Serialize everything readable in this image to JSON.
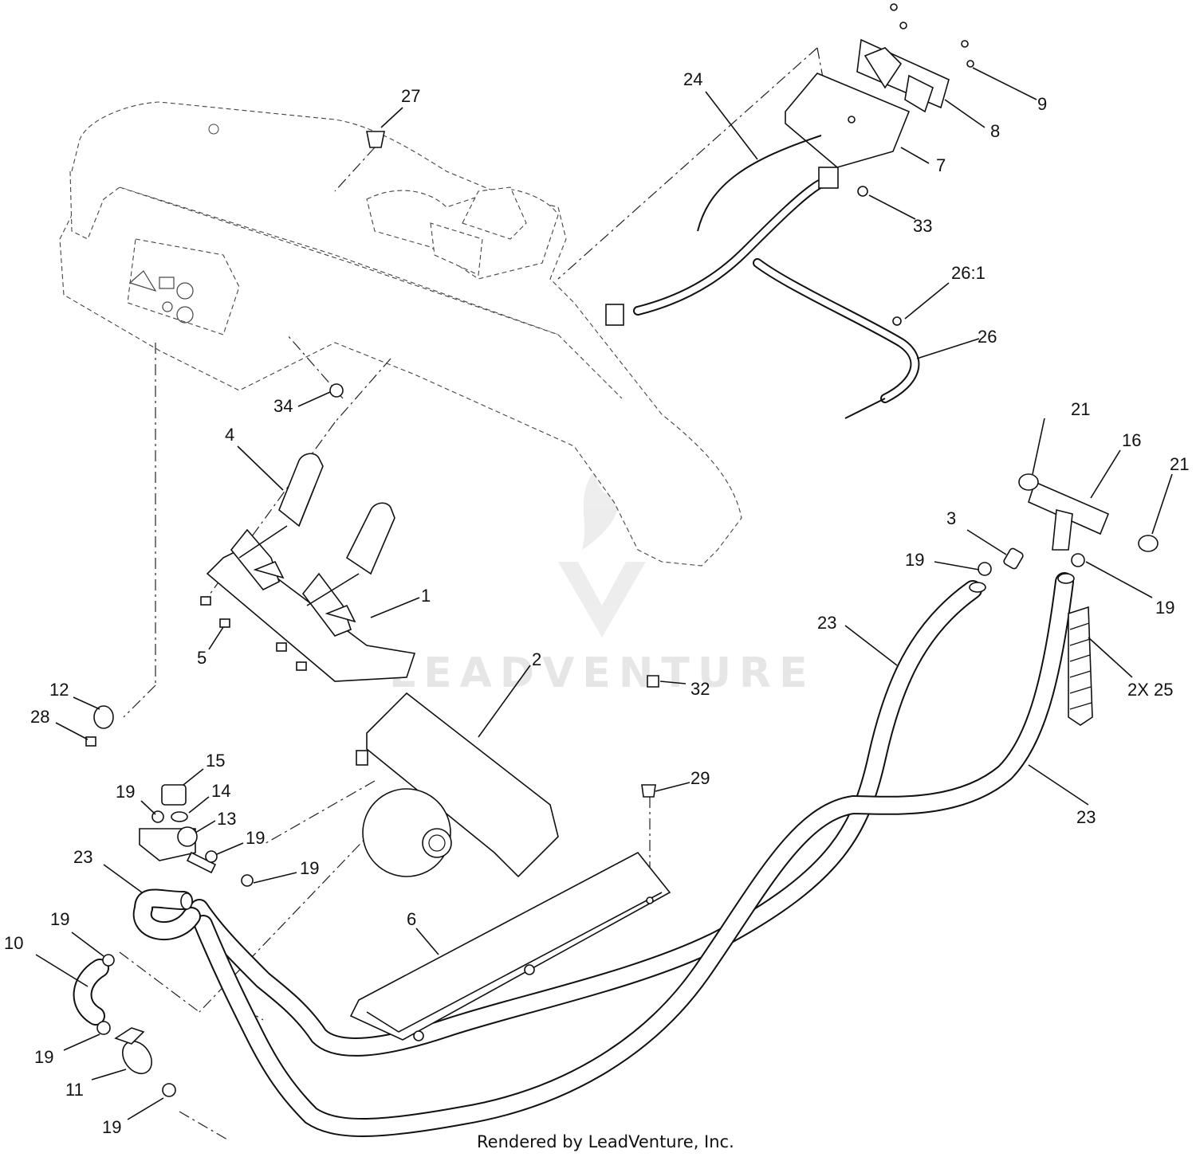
{
  "diagram": {
    "labels": [
      {
        "id": "lbl-27",
        "text": "27"
      },
      {
        "id": "lbl-24",
        "text": "24"
      },
      {
        "id": "lbl-9",
        "text": "9"
      },
      {
        "id": "lbl-8",
        "text": "8"
      },
      {
        "id": "lbl-7",
        "text": "7"
      },
      {
        "id": "lbl-33",
        "text": "33"
      },
      {
        "id": "lbl-26-1",
        "text": "26:1"
      },
      {
        "id": "lbl-26",
        "text": "26"
      },
      {
        "id": "lbl-34",
        "text": "34"
      },
      {
        "id": "lbl-4",
        "text": "4"
      },
      {
        "id": "lbl-1",
        "text": "1"
      },
      {
        "id": "lbl-5",
        "text": "5"
      },
      {
        "id": "lbl-21a",
        "text": "21"
      },
      {
        "id": "lbl-16",
        "text": "16"
      },
      {
        "id": "lbl-21b",
        "text": "21"
      },
      {
        "id": "lbl-3",
        "text": "3"
      },
      {
        "id": "lbl-19a",
        "text": "19"
      },
      {
        "id": "lbl-19b",
        "text": "19"
      },
      {
        "id": "lbl-23a",
        "text": "23"
      },
      {
        "id": "lbl-2",
        "text": "2"
      },
      {
        "id": "lbl-32",
        "text": "32"
      },
      {
        "id": "lbl-2x25",
        "text": "2X 25"
      },
      {
        "id": "lbl-12",
        "text": "12"
      },
      {
        "id": "lbl-28",
        "text": "28"
      },
      {
        "id": "lbl-15",
        "text": "15"
      },
      {
        "id": "lbl-19c",
        "text": "19"
      },
      {
        "id": "lbl-14",
        "text": "14"
      },
      {
        "id": "lbl-13",
        "text": "13"
      },
      {
        "id": "lbl-19d",
        "text": "19"
      },
      {
        "id": "lbl-29",
        "text": "29"
      },
      {
        "id": "lbl-23b",
        "text": "23"
      },
      {
        "id": "lbl-23c",
        "text": "23"
      },
      {
        "id": "lbl-19e",
        "text": "19"
      },
      {
        "id": "lbl-19f",
        "text": "19"
      },
      {
        "id": "lbl-10",
        "text": "10"
      },
      {
        "id": "lbl-6",
        "text": "6"
      },
      {
        "id": "lbl-19g",
        "text": "19"
      },
      {
        "id": "lbl-11",
        "text": "11"
      },
      {
        "id": "lbl-19h",
        "text": "19"
      }
    ],
    "watermark": "LEADVENTURE",
    "footer": "Rendered by LeadVenture, Inc."
  }
}
